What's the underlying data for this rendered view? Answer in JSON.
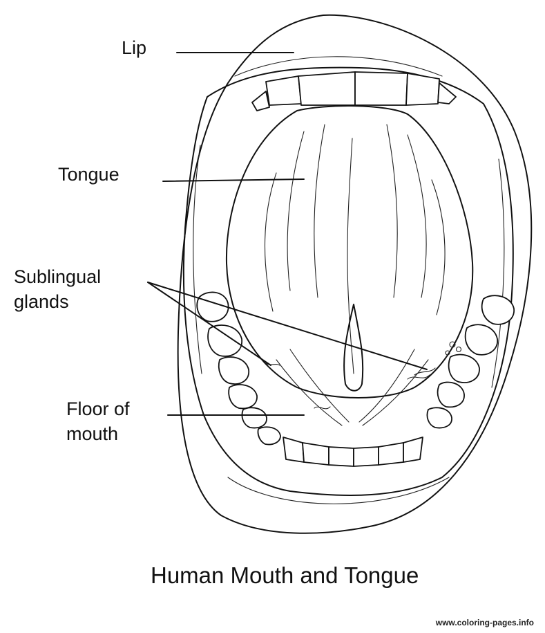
{
  "labels": {
    "lip": "Lip",
    "tongue": "Tongue",
    "sublingual": "Sublingual\nglands",
    "floor": "Floor of\nmouth"
  },
  "title": "Human Mouth and Tongue",
  "watermark": "www.coloring-pages.info",
  "colors": {
    "ink": "#111111",
    "background": "#ffffff"
  }
}
